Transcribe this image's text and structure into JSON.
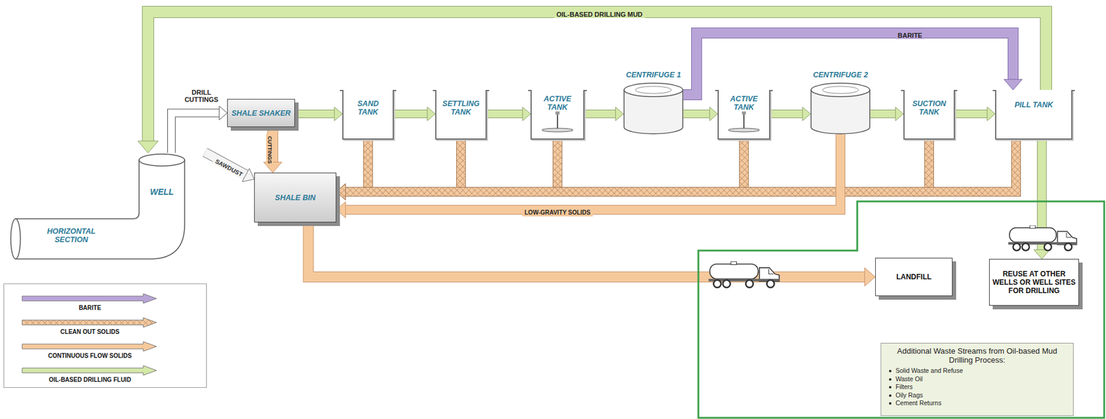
{
  "diagram": {
    "nodes": [
      {
        "text": [
          "WELL",
          "HORIZONTAL SECTION"
        ]
      },
      {
        "text": [
          "SHALE SHAKER"
        ]
      },
      {
        "text": [
          "SAND TANK"
        ]
      },
      {
        "text": [
          "SETTLING TANK"
        ]
      },
      {
        "text": [
          "ACTIVE TANK"
        ]
      },
      {
        "text": [
          "CENTRIFUGE 1"
        ]
      },
      {
        "text": [
          "ACTIVE TANK"
        ]
      },
      {
        "text": [
          "CENTRIFUGE 2"
        ]
      },
      {
        "text": [
          "SUCTION TANK"
        ]
      },
      {
        "text": [
          "PILL TANK"
        ]
      },
      {
        "text": [
          "SHALE BIN"
        ]
      },
      {
        "text": [
          "LANDFILL"
        ]
      },
      {
        "text": [
          "REUSE AT OTHER WELLS OR WELL SITES FOR DRILLING"
        ]
      },
      {
        "text": [
          "Additional Waste Streams from Oil-based Mud Drilling Process:",
          "Solid Waste and Refuse",
          "Waste Oil",
          "Filters",
          "Oily Rags",
          "Cement Returns"
        ]
      }
    ],
    "edges": [
      {
        "from": 0,
        "to": 1,
        "label": "DRILL CUTTINGS",
        "arrow": "to"
      },
      {
        "from": 1,
        "to": 2,
        "arrow": "to"
      },
      {
        "from": 2,
        "to": 3,
        "arrow": "to"
      },
      {
        "from": 3,
        "to": 4,
        "arrow": "to"
      },
      {
        "from": 4,
        "to": 5,
        "arrow": "to"
      },
      {
        "from": 5,
        "to": 6,
        "arrow": "to"
      },
      {
        "from": 6,
        "to": 7,
        "arrow": "to"
      },
      {
        "from": 7,
        "to": 8,
        "arrow": "to"
      },
      {
        "from": 8,
        "to": 9,
        "arrow": "to"
      },
      {
        "from": 5,
        "to": 9,
        "label": "BARITE",
        "arrow": "to"
      },
      {
        "from": 9,
        "to": 0,
        "label": "OIL-BASED DRILLING MUD",
        "arrow": "to"
      },
      {
        "from": 1,
        "to": 10,
        "label": "CUTTINGS",
        "arrow": "to"
      },
      {
        "from": 2,
        "to": 10,
        "arrow": "to"
      },
      {
        "from": 3,
        "to": 10,
        "arrow": "to"
      },
      {
        "from": 4,
        "to": 10,
        "arrow": "to"
      },
      {
        "from": 6,
        "to": 10,
        "arrow": "to"
      },
      {
        "from": 8,
        "to": 10,
        "arrow": "to"
      },
      {
        "from": 9,
        "to": 10,
        "arrow": "to"
      },
      {
        "from": 7,
        "to": 10,
        "label": "LOW-GRAVITY SOLIDS",
        "arrow": "to"
      },
      {
        "from": 10,
        "to": 11,
        "arrow": "to"
      },
      {
        "from": 9,
        "to": 12,
        "arrow": "to"
      }
    ],
    "labels": [
      "SAWDUST"
    ],
    "legend": [
      {
        "text": "BARITE",
        "color": "#b9a4d8"
      },
      {
        "text": "CLEAN OUT SOLIDS"
      },
      {
        "text": "CONTINUOUS FLOW SOLIDS",
        "color": "#f6c99c"
      },
      {
        "text": "OIL-BASED DRILLING FLUID",
        "color": "#d4e8a8"
      }
    ]
  }
}
